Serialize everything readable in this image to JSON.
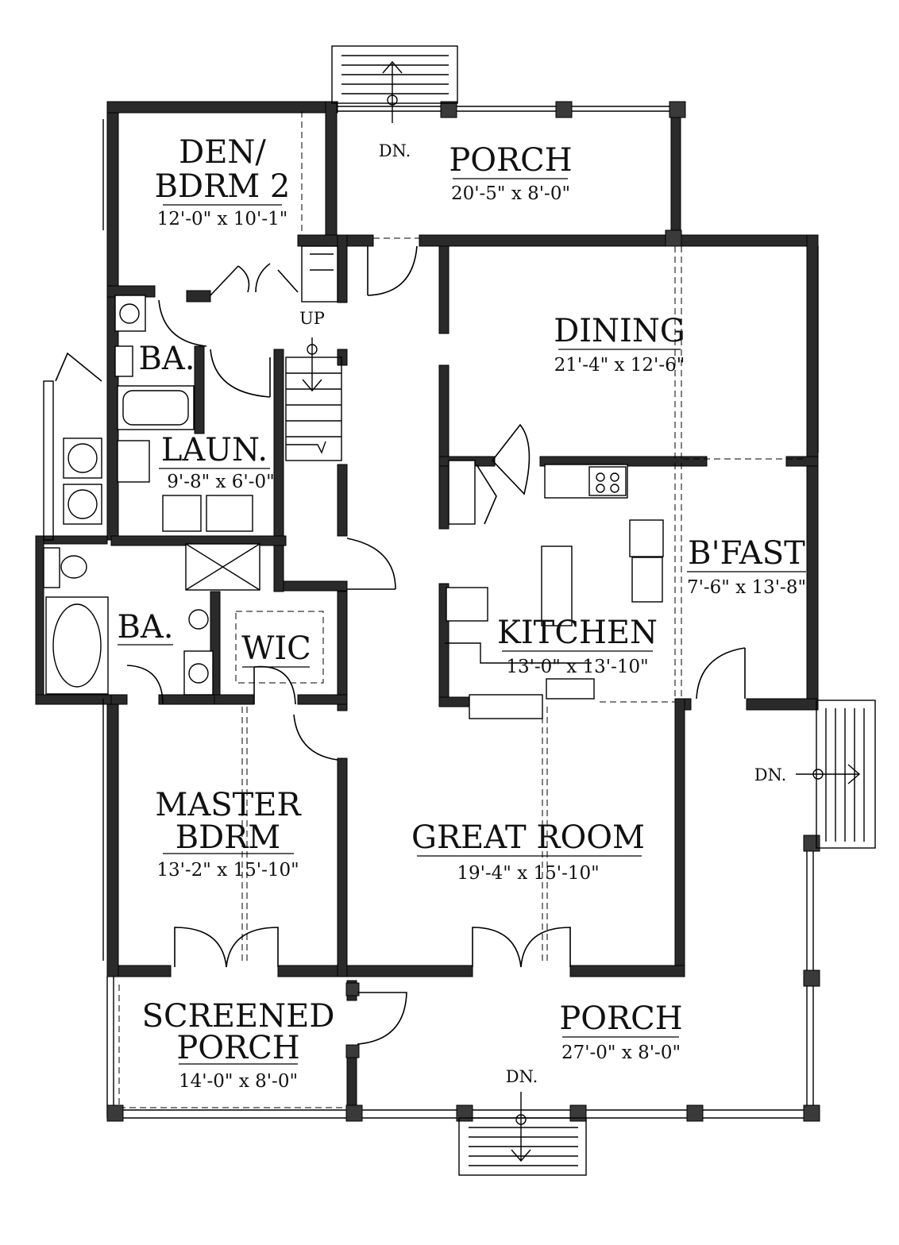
{
  "rooms": {
    "den_line1": "DEN/",
    "den_line2": "BDRM 2",
    "den_dim": "12'-0\" x 10'-1\"",
    "porch_top": "PORCH",
    "porch_top_dim": "20'-5\" x 8'-0\"",
    "dining": "DINING",
    "dining_dim": "21'-4\" x 12'-6\"",
    "bath_upper": "BA.",
    "laundry": "LAUN.",
    "laundry_dim": "9'-8\" x 6'-0\"",
    "bfast": "B'FAST",
    "bfast_dim": "7'-6\" x 13'-8\"",
    "kitchen": "KITCHEN",
    "kitchen_dim": "13'-0\" x 13'-10\"",
    "bath_lower": "BA.",
    "wic": "WIC",
    "master_line1": "MASTER",
    "master_line2": "BDRM",
    "master_dim": "13'-2\" x 15'-10\"",
    "great_room": "GREAT ROOM",
    "great_room_dim": "19'-4\" x 15'-10\"",
    "screened_line1": "SCREENED",
    "screened_line2": "PORCH",
    "screened_dim": "14'-0\" x 8'-0\"",
    "porch_front": "PORCH",
    "porch_front_dim": "27'-0\" x 8'-0\""
  },
  "stairs": {
    "up": "UP",
    "dn_top": "DN.",
    "dn_right": "DN.",
    "dn_bottom": "DN."
  }
}
